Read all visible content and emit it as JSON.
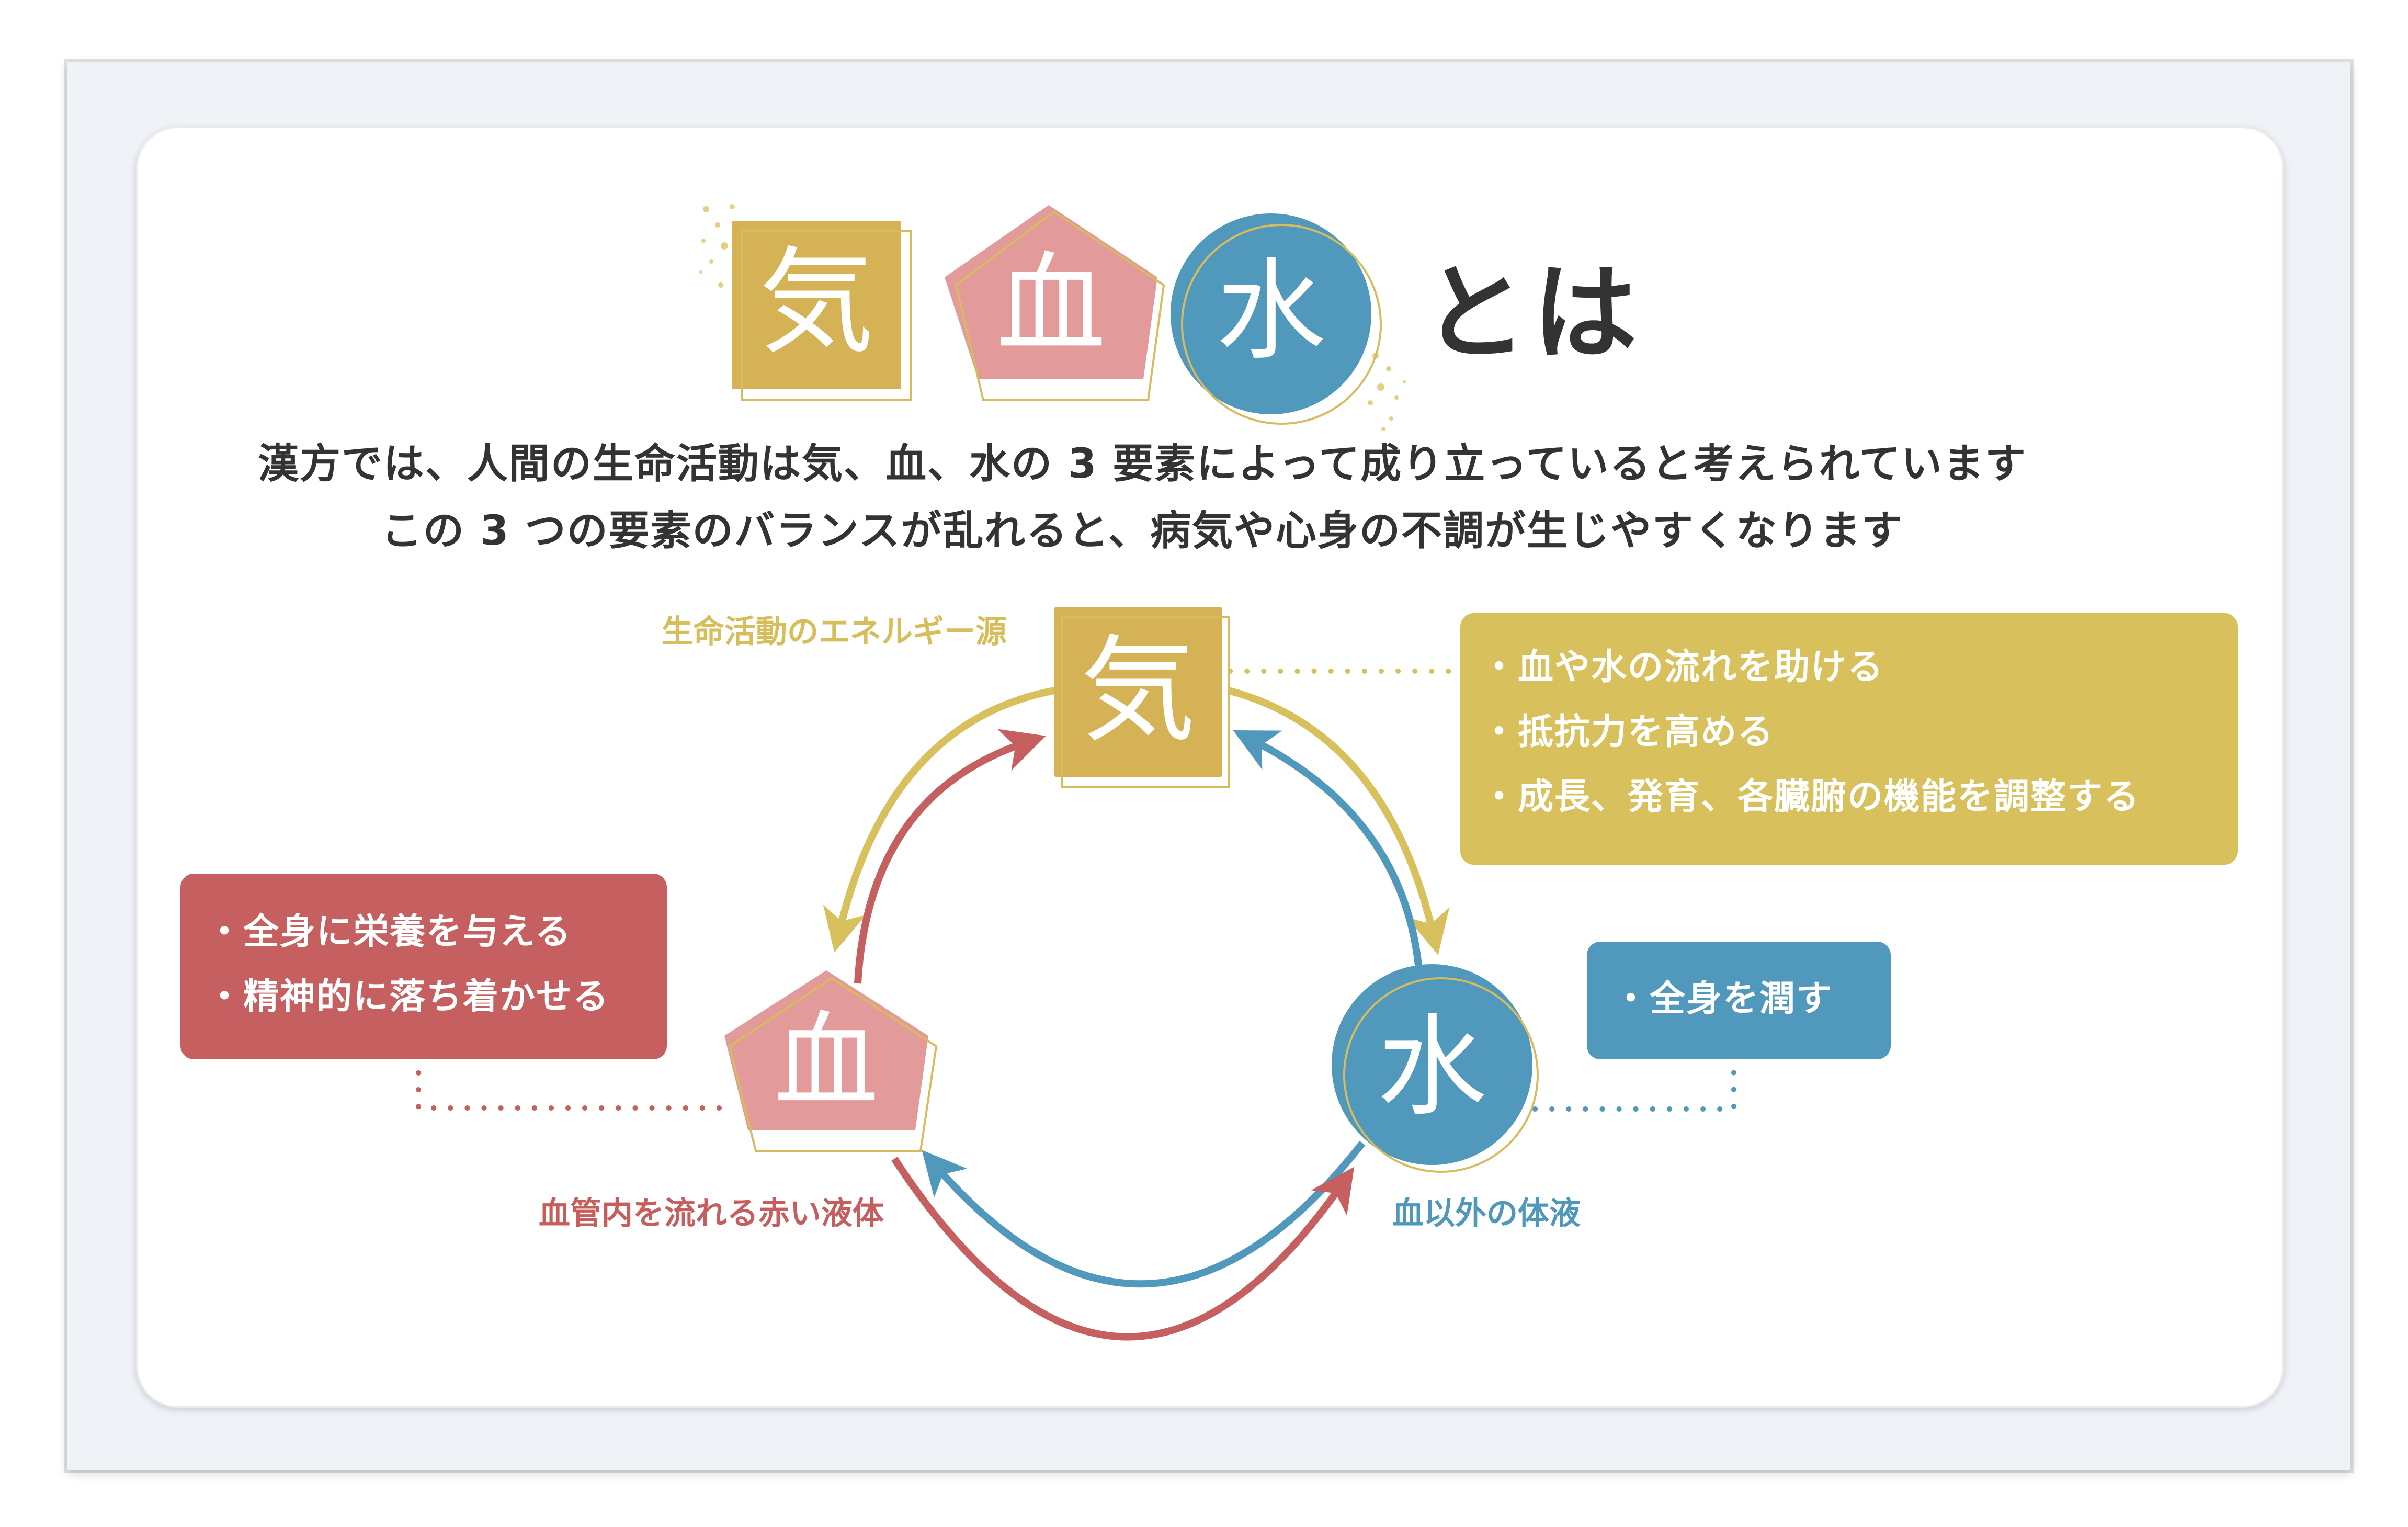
{
  "title": {
    "kanji": [
      "気",
      "血",
      "水"
    ],
    "suffix": "とは"
  },
  "intro": {
    "line1": "漢方では、人間の生命活動は気、血、水の 3 要素によって成り立っていると考えられています",
    "line2": "この 3 つの要素のバランスが乱れると、病気や心身の不調が生じやすくなります"
  },
  "nodes": {
    "ki": {
      "glyph": "気",
      "label": "生命活動のエネルギー源",
      "color": "#d4b255",
      "functions": [
        "血や水の流れを助ける",
        "抵抗力を高める",
        "成長、発育、各臓腑の機能を調整する"
      ],
      "box_color": "#d8c15c"
    },
    "ketsu": {
      "glyph": "血",
      "label": "血管内を流れる赤い液体",
      "color": "#e29a9b",
      "functions": [
        "全身に栄養を与える",
        "精神的に落ち着かせる"
      ],
      "box_color": "#c55f60"
    },
    "sui": {
      "glyph": "水",
      "label": "血以外の体液",
      "color": "#5198bd",
      "functions": [
        "全身を潤す"
      ],
      "box_color": "#5198bd"
    }
  },
  "colors": {
    "frame_bg": "#eff2f7",
    "card_bg": "#ffffff",
    "text": "#333333",
    "gold_line": "#d9bb5f",
    "arrow_yellow": "#d8c15c",
    "arrow_red": "#c55f60",
    "arrow_blue": "#5198bd"
  }
}
